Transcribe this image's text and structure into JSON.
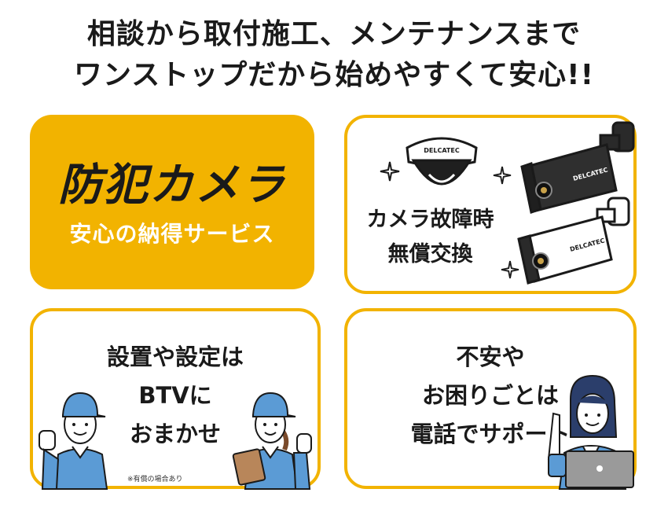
{
  "headline": {
    "line1": "相談から取付施工、メンテナンスまで",
    "line2": "ワンストップだから始めやすくて安心!!"
  },
  "card_camera_service": {
    "title": "防犯カメラ",
    "subtitle": "安心の納得サービス"
  },
  "card_replacement": {
    "line1": "カメラ故障時",
    "line2": "無償交換",
    "brand": "DELCATEC",
    "icons": [
      "dome-camera-icon",
      "bullet-camera-icon",
      "sparkle-icon"
    ]
  },
  "card_installation": {
    "line1": "設置や設定は",
    "line2": "BTVに",
    "line3": "おまかせ",
    "note": "※有償の場合あり",
    "icons": [
      "male-worker-illustration",
      "female-worker-illustration"
    ]
  },
  "card_support": {
    "line1": "不安や",
    "line2": "お困りごとは",
    "line3": "電話でサポート",
    "icons": [
      "support-operator-illustration",
      "laptop-icon"
    ]
  },
  "colors": {
    "accent": "#f2b300",
    "text": "#1a1a1a",
    "worker_blue": "#5b9bd5"
  }
}
